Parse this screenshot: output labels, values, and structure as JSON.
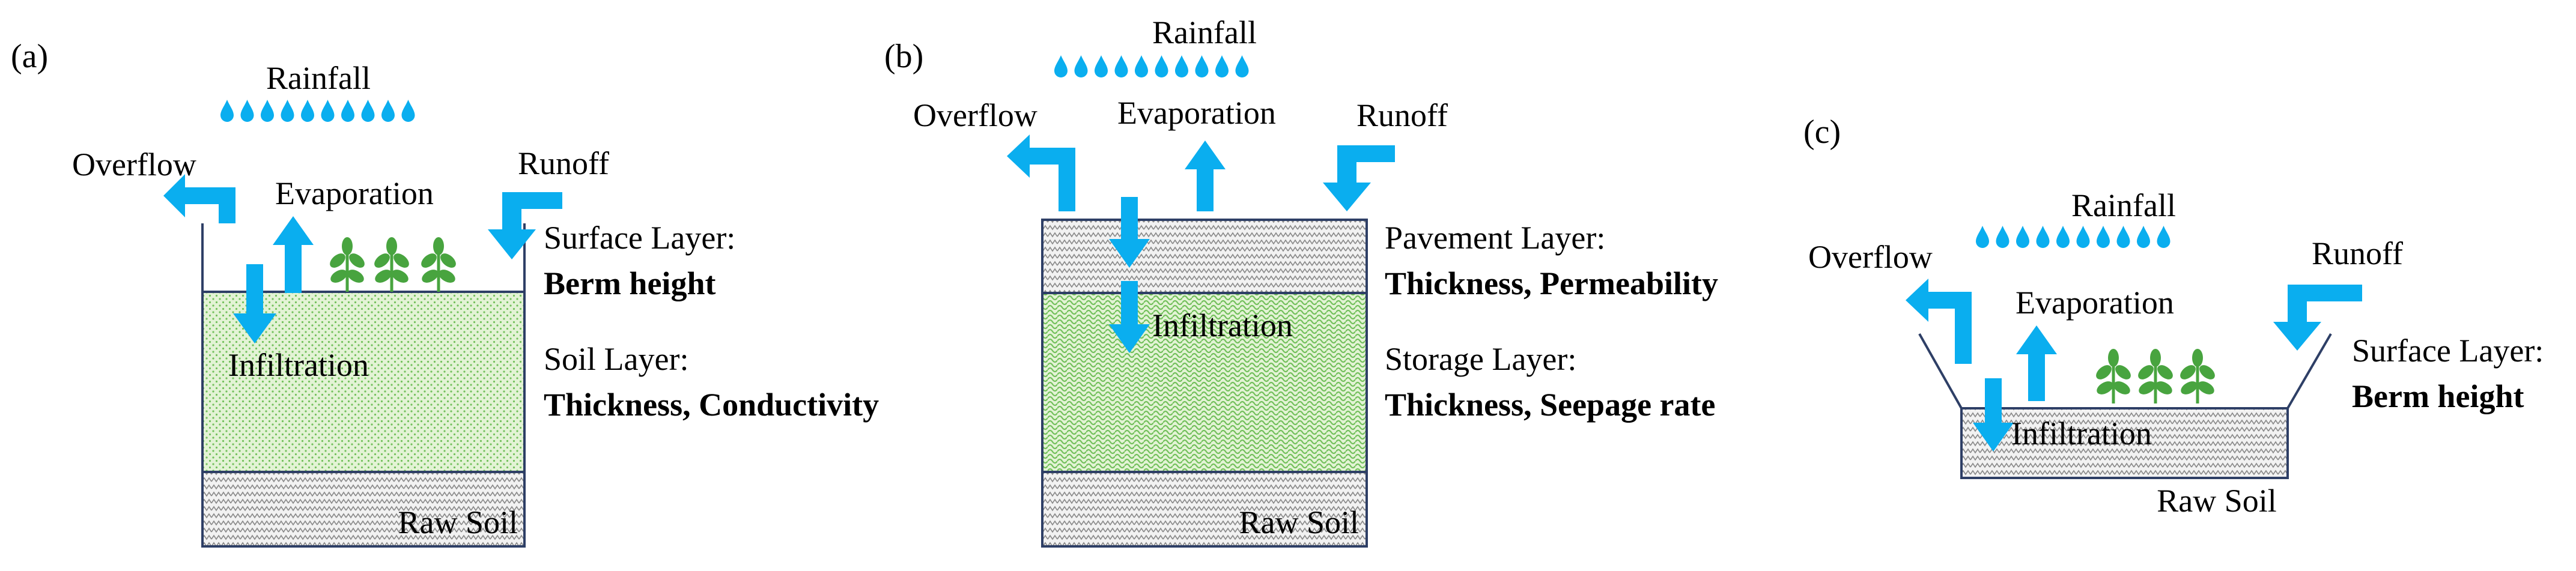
{
  "colors": {
    "water": "#0aaeef",
    "outline": "#2e3f66",
    "soil_green": "#e3f3d5",
    "dot_green": "#72c05b",
    "plant": "#48a43f",
    "gray_fill": "#f0f0f0",
    "hatch": "#8a8a8a"
  },
  "icons": [
    "raindrop-icon",
    "arrow-icon",
    "plant-icon"
  ],
  "panel_a": {
    "id": "(a)",
    "rainfall": "Rainfall",
    "overflow": "Overflow",
    "evaporation": "Evaporation",
    "runoff": "Runoff",
    "infiltration": "Infiltration",
    "surface_layer": "Surface Layer:",
    "surface_param": "Berm height",
    "soil_layer": "Soil Layer:",
    "soil_param": "Thickness, Conductivity",
    "raw_soil": "Raw Soil"
  },
  "panel_b": {
    "id": "(b)",
    "rainfall": "Rainfall",
    "overflow": "Overflow",
    "evaporation": "Evaporation",
    "runoff": "Runoff",
    "infiltration": "Infiltration",
    "pavement_layer": "Pavement Layer:",
    "pavement_param": "Thickness, Permeability",
    "storage_layer": "Storage Layer:",
    "storage_param": "Thickness, Seepage rate",
    "raw_soil": "Raw Soil"
  },
  "panel_c": {
    "id": "(c)",
    "rainfall": "Rainfall",
    "overflow": "Overflow",
    "evaporation": "Evaporation",
    "runoff": "Runoff",
    "infiltration": "Infiltration",
    "surface_layer": "Surface Layer:",
    "surface_param": "Berm height",
    "raw_soil": "Raw Soil"
  }
}
